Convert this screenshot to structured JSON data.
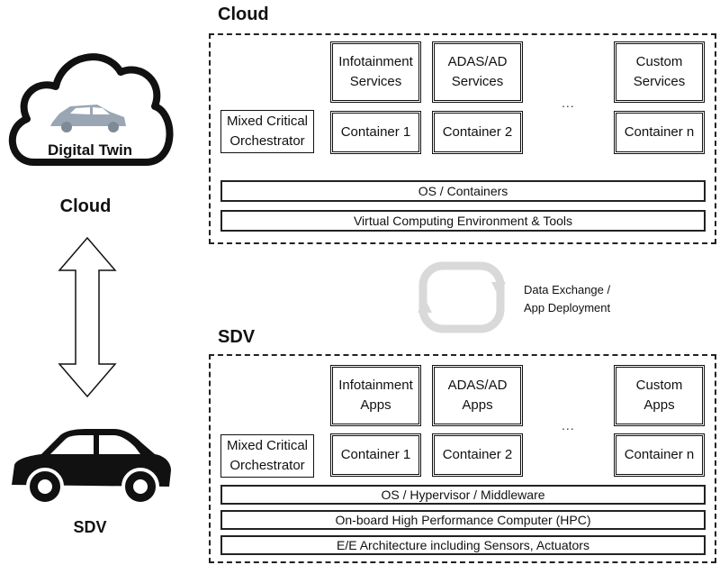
{
  "left": {
    "cloud_inner_label": "Digital Twin",
    "cloud_label": "Cloud",
    "sdv_label": "SDV"
  },
  "cloud_section": {
    "title": "Cloud",
    "orchestrator": "Mixed Critical Orchestrator",
    "services": [
      "Infotainment Services",
      "ADAS/AD Services",
      "Custom Services"
    ],
    "containers": [
      "Container 1",
      "Container 2",
      "Container n"
    ],
    "ellipsis": "...",
    "bars": [
      "OS / Containers",
      "Virtual Computing Environment & Tools"
    ]
  },
  "exchange": {
    "line1": "Data Exchange /",
    "line2": "App Deployment"
  },
  "sdv_section": {
    "title": "SDV",
    "orchestrator": "Mixed Critical Orchestrator",
    "apps": [
      "Infotainment Apps",
      "ADAS/AD Apps",
      "Custom Apps"
    ],
    "containers": [
      "Container 1",
      "Container 2",
      "Container n"
    ],
    "ellipsis": "...",
    "bars": [
      "OS / Hypervisor / Middleware",
      "On-board High Performance Computer (HPC)",
      "E/E Architecture including Sensors, Actuators"
    ]
  }
}
